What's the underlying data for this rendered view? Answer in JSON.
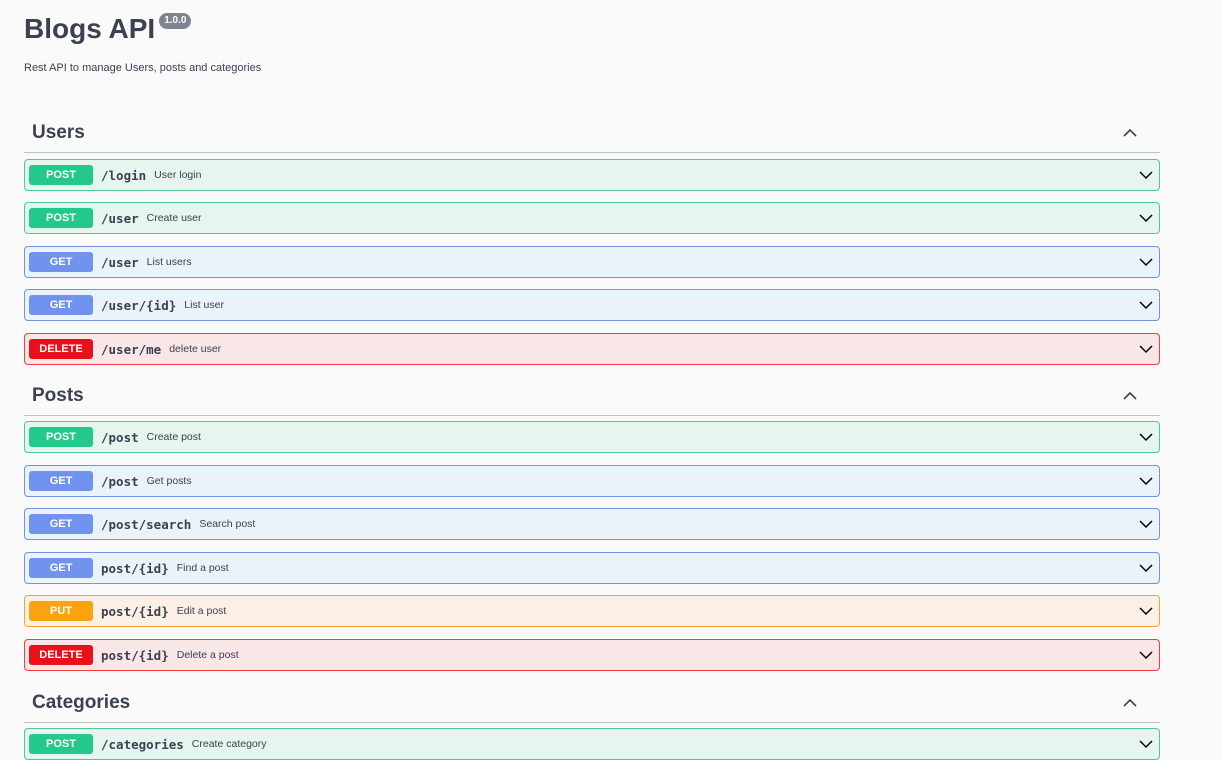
{
  "info": {
    "title": "Blogs API",
    "version": "1.0.0",
    "description": "Rest API to manage Users, posts and categories"
  },
  "tags": [
    {
      "name": "Users",
      "operations": [
        {
          "method": "POST",
          "path": "/login",
          "summary": "User login"
        },
        {
          "method": "POST",
          "path": "/user",
          "summary": "Create user"
        },
        {
          "method": "GET",
          "path": "/user",
          "summary": "List users"
        },
        {
          "method": "GET",
          "path": "/user/{id}",
          "summary": "List user"
        },
        {
          "method": "DELETE",
          "path": "/user/me",
          "summary": "delete user"
        }
      ]
    },
    {
      "name": "Posts",
      "operations": [
        {
          "method": "POST",
          "path": "/post",
          "summary": "Create post"
        },
        {
          "method": "GET",
          "path": "/post",
          "summary": "Get posts"
        },
        {
          "method": "GET",
          "path": "/post/search",
          "summary": "Search post"
        },
        {
          "method": "GET",
          "path": "post/{id}",
          "summary": "Find a post"
        },
        {
          "method": "PUT",
          "path": "post/{id}",
          "summary": "Edit a post"
        },
        {
          "method": "DELETE",
          "path": "post/{id}",
          "summary": "Delete a post"
        }
      ]
    },
    {
      "name": "Categories",
      "operations": [
        {
          "method": "POST",
          "path": "/categories",
          "summary": "Create category"
        }
      ]
    }
  ],
  "colors": {
    "post": "#49cc90",
    "get": "#61affe",
    "delete": "#f93e3e",
    "put": "#fca130"
  }
}
